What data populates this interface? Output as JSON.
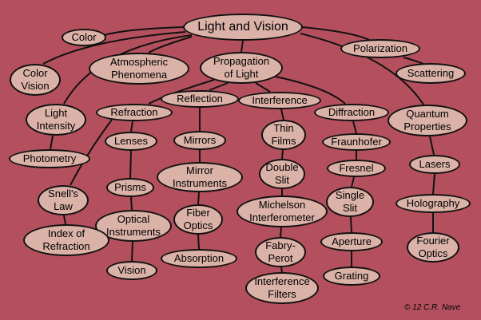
{
  "title": "Light and Vision",
  "nodes": {
    "light_and_vision": "Light and Vision",
    "color": "Color",
    "polarization": "Polarization",
    "color_vision": "Color\nVision",
    "atmospheric_phenomena": "Atmospheric\nPhenomena",
    "propagation_of_light": "Propagation\nof Light",
    "scattering": "Scattering",
    "light_intensity": "Light\nIntensity",
    "refraction": "Refraction",
    "reflection": "Reflection",
    "interference": "Interference",
    "diffraction": "Diffraction",
    "quantum_properties": "Quantum\nProperties",
    "photometry": "Photometry",
    "lenses": "Lenses",
    "mirrors": "Mirrors",
    "thin_films": "Thin\nFilms",
    "fraunhofer": "Fraunhofer",
    "lasers": "Lasers",
    "mirror_instruments": "Mirror\nInstruments",
    "double_slit": "Double\nSlit",
    "fresnel": "Fresnel",
    "snells_law": "Snell's\nLaw",
    "prisms": "Prisms",
    "single_slit": "Single\nSlit",
    "holography": "Holography",
    "optical_instruments": "Optical\nInstruments",
    "fiber_optics": "Fiber\nOptics",
    "michelson_interferometer": "Michelson\nInterferometer",
    "index_of_refraction": "Index of\nRefraction",
    "fabry_perot": "Fabry-\nPerot",
    "aperture": "Aperture",
    "fourier_optics": "Fourier\nOptics",
    "absorption": "Absorption",
    "vision": "Vision",
    "interference_filters": "Interference\nFilters",
    "grating": "Grating"
  },
  "copyright": "12 C.R. Nave",
  "colors": {
    "background": "#b4505e",
    "node_fill": "#dbb2a8",
    "outline": "#111111"
  }
}
